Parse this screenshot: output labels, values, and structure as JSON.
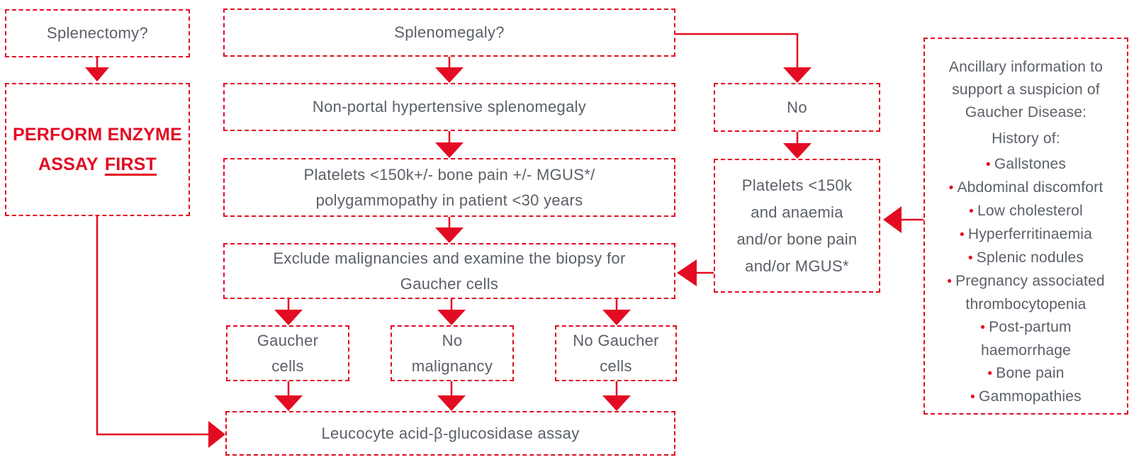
{
  "palette": {
    "accent_red": "#E30B22",
    "text_gray": "#5B6068",
    "background": "#FFFFFF"
  },
  "nodes": {
    "splenectomy": {
      "label": "Splenectomy?"
    },
    "enzyme_assay": {
      "line1": "PERFORM ENZYME",
      "line2_word1": "ASSAY",
      "line2_word2": "FIRST"
    },
    "splenomegaly": {
      "label": "Splenomegaly?"
    },
    "non_portal": {
      "label": "Non-portal hypertensive splenomegaly"
    },
    "platelets_mgus": {
      "line1": "Platelets <150k+/- bone pain +/- MGUS*/",
      "line2": "polygammopathy in patient <30 years"
    },
    "exclude_malignancies": {
      "line1": "Exclude malignancies and examine the biopsy for",
      "line2": "Gaucher cells"
    },
    "gaucher_cells": {
      "line1": "Gaucher",
      "line2": "cells"
    },
    "no_malignancy": {
      "line1": "No",
      "line2": "malignancy"
    },
    "no_gaucher_cells": {
      "line1": "No Gaucher",
      "line2": "cells"
    },
    "leucocyte_assay": {
      "label": "Leucocyte acid-β-glucosidase assay"
    },
    "no": {
      "label": "No"
    },
    "platelets_anaemia": {
      "lines": [
        "Platelets <150k",
        "and anaemia",
        "and/or bone pain",
        "and/or MGUS*"
      ]
    }
  },
  "ancillary": {
    "heading": "Ancillary information to support a suspicion of Gaucher Disease:",
    "heading_lines": [
      "Ancillary information to",
      "support a suspicion of",
      "Gaucher Disease:"
    ],
    "subheading": "History of:",
    "items": [
      "Gallstones",
      "Abdominal discomfort",
      "Low cholesterol",
      "Hyperferritinaemia",
      "Splenic nodules",
      "Pregnancy associated thrombocytopenia",
      "Post-partum haemorrhage",
      "Bone pain",
      "Gammopathies"
    ]
  }
}
